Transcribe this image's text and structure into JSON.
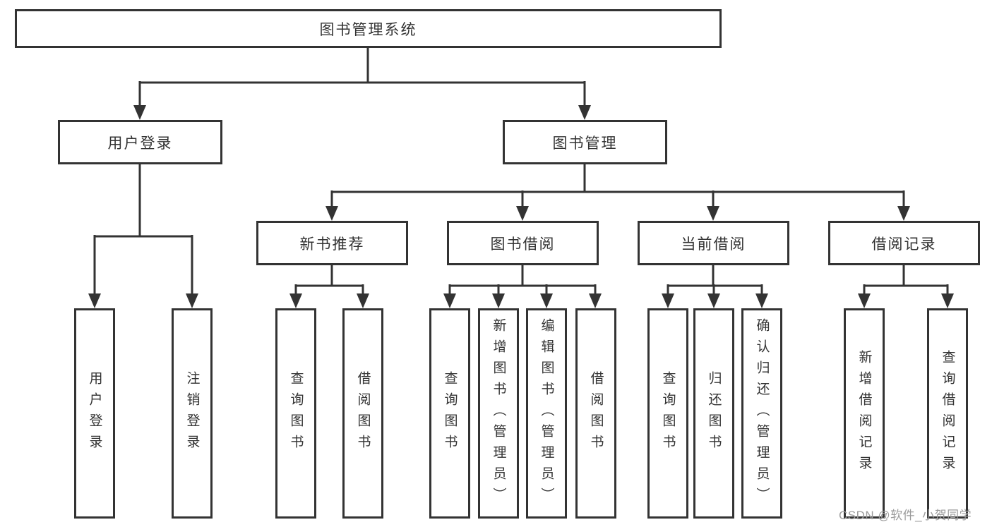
{
  "colors": {
    "line": "#333333",
    "box_border": "#333333",
    "box_background": "#ffffff",
    "text": "#333333",
    "watermark": "#9b9b9b",
    "page_background": "#ffffff"
  },
  "watermark": {
    "text": "CSDN @软件_小贺同学"
  },
  "tree": {
    "label": "图书管理系统",
    "children": [
      {
        "label": "用户登录",
        "children": [
          {
            "label": "用户登录"
          },
          {
            "label": "注销登录"
          }
        ]
      },
      {
        "label": "图书管理",
        "children": [
          {
            "label": "新书推荐",
            "children": [
              {
                "label": "查询图书"
              },
              {
                "label": "借阅图书"
              }
            ]
          },
          {
            "label": "图书借阅",
            "children": [
              {
                "label": "查询图书"
              },
              {
                "label": "新增图书（管理员）"
              },
              {
                "label": "编辑图书（管理员）"
              },
              {
                "label": "借阅图书"
              }
            ]
          },
          {
            "label": "当前借阅",
            "children": [
              {
                "label": "查询图书"
              },
              {
                "label": "归还图书"
              },
              {
                "label": "确认归还（管理员）"
              }
            ]
          },
          {
            "label": "借阅记录",
            "children": [
              {
                "label": "新增借阅记录"
              },
              {
                "label": "查询借阅记录"
              }
            ]
          }
        ]
      }
    ]
  }
}
